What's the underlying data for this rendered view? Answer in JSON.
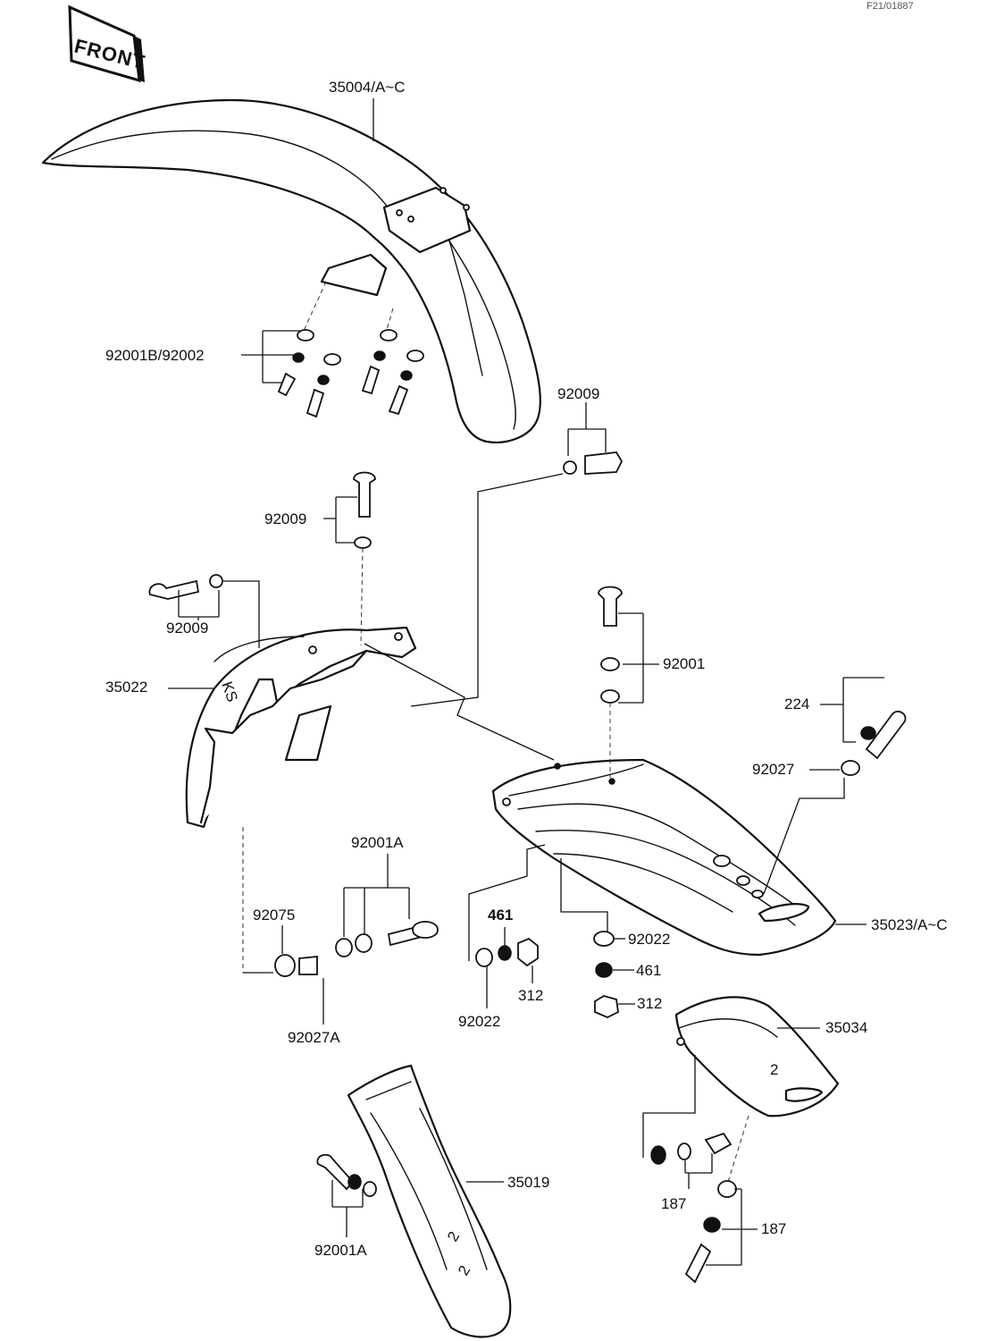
{
  "figure_ref": "F21/01887",
  "front_badge": "FRONT",
  "labels": {
    "front_fender": "35004/A~C",
    "fender_bolts": "92001B/92002",
    "fender_top_bolt_a": "92009",
    "fender_top_bolt_b": "92009",
    "fender_side_bolt": "92009",
    "front_inner_fender": "35022",
    "rear_top_bolt": "92001",
    "bolt_224": "224",
    "collar_92027": "92027",
    "rear_fender": "35023/A~C",
    "side_bolt_set": "92001A",
    "grommet_92075": "92075",
    "collar_92027a": "92027A",
    "washer_461_left": "461",
    "nut_312_left": "312",
    "washer_92022_left": "92022",
    "washer_92022_right": "92022",
    "washer_461_right": "461",
    "nut_312_right": "312",
    "flap": "35034",
    "flap_screw_left": "187",
    "flap_screw_right": "187",
    "fork_guard": "35019",
    "fork_guard_bolt": "92001A"
  }
}
